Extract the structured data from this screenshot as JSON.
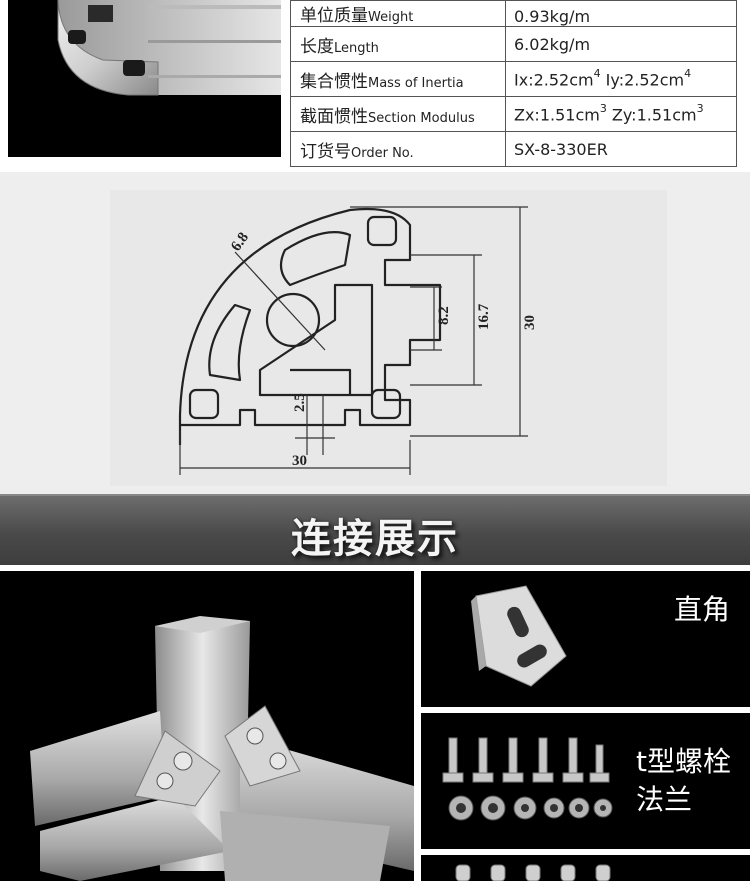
{
  "specs": {
    "rows": [
      {
        "label_cn": "单位质量",
        "label_en": "Weight",
        "value": "0.93kg/m"
      },
      {
        "label_cn": "长度",
        "label_en": "Length",
        "value": "6.02kg/m"
      },
      {
        "label_cn": "集合惯性",
        "label_en": "Mass of Inertia",
        "value_a": "Ix:2.52cm",
        "sup_a": "4",
        "value_b": " Iy:2.52cm",
        "sup_b": "4"
      },
      {
        "label_cn": "截面惯性",
        "label_en": "Section Modulus",
        "value_a": "Zx:1.51cm",
        "sup_a": "3",
        "value_b": "  Zy:1.51cm",
        "sup_b": "3"
      },
      {
        "label_cn": "订货号",
        "label_en": "Order No.",
        "value": "SX-8-330ER"
      }
    ]
  },
  "drawing": {
    "dim_diameter": "6.8",
    "dim_slot": "8.2",
    "dim_inner": "16.7",
    "dim_height": "30",
    "dim_width": "30",
    "dim_small": "2.5"
  },
  "heading": {
    "title": "连接展示"
  },
  "gallery": {
    "thumb1_caption": "直角",
    "thumb2_caption_line1": "t型螺栓",
    "thumb2_caption_line2": "法兰"
  },
  "colors": {
    "heading_bg": "#4a4a4a",
    "drawing_bg": "#eeeeee",
    "metal": "#c8c8c8"
  }
}
